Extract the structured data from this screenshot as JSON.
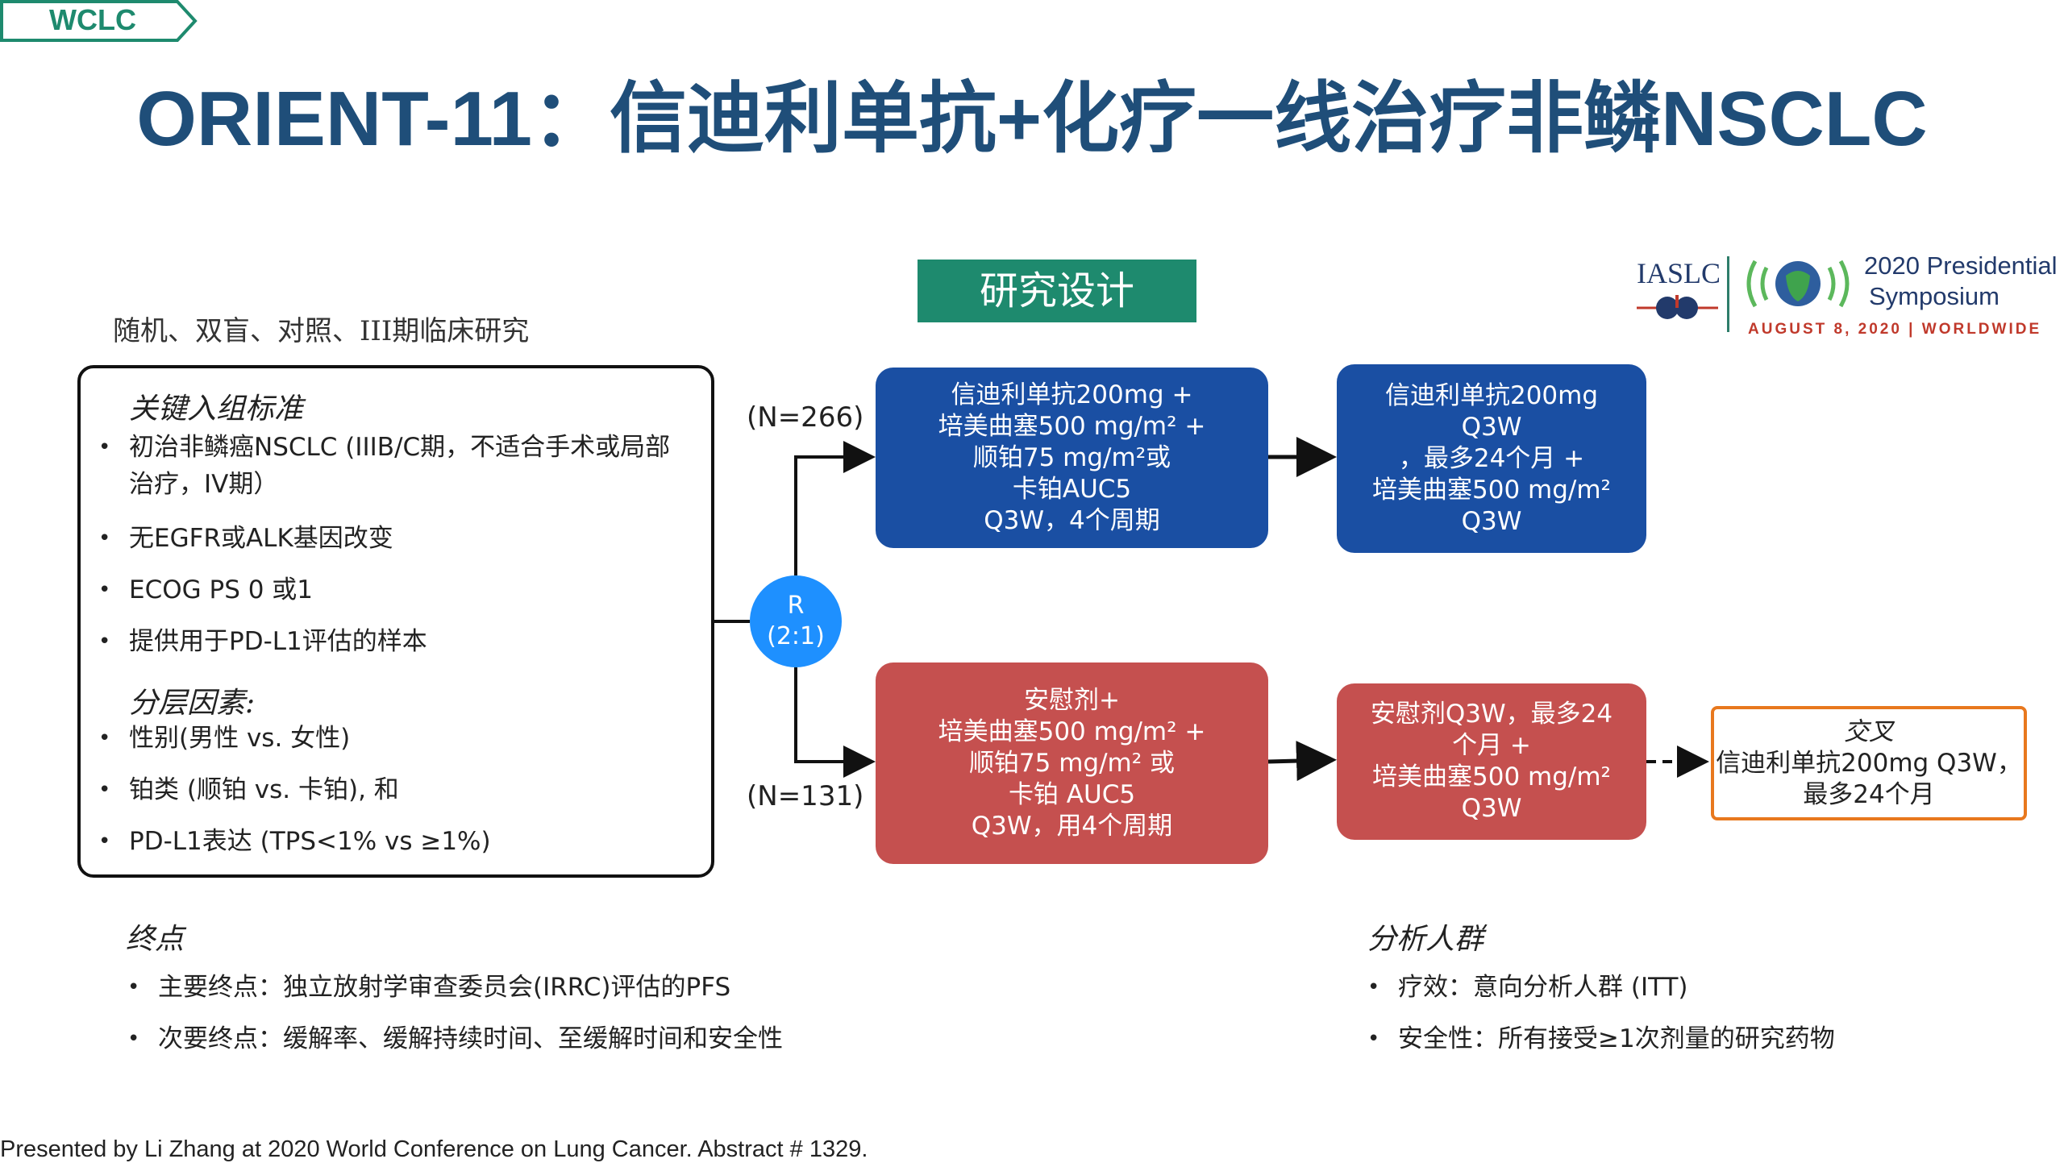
{
  "tag": "WCLC",
  "title": "ORIENT-11：信迪利单抗+化疗一线治疗非鳞NSCLC",
  "design_label": "研究设计",
  "logo": {
    "iaslc": "IASLC",
    "presidential_line1": "2020 Presidential",
    "presidential_line2": "Symposium",
    "date": "AUGUST 8, 2020 | WORLDWIDE"
  },
  "study_type": "随机、双盲、对照、III期临床研究",
  "criteria": {
    "inclusion_heading": "关键入组标准",
    "inclusion": [
      "初治非鳞癌NSCLC (IIIB/C期，不适合手术或局部",
      "治疗，IV期）",
      "无EGFR或ALK基因改变",
      "ECOG PS 0 或1",
      "提供用于PD-L1评估的样本"
    ],
    "strat_heading": "分层因素:",
    "strat": [
      "性别(男性 vs. 女性)",
      "铂类 (顺铂 vs. 卡铂), 和",
      "PD-L1表达 (TPS<1% vs ≥1%)"
    ]
  },
  "randomization": {
    "r": "R",
    "ratio": "(2:1)",
    "n_top": "(N=266)",
    "n_bottom": "(N=131)"
  },
  "arms": {
    "exp_induction": [
      "信迪利单抗200mg +",
      "培美曲塞500 mg/m² +",
      "顺铂75 mg/m²或",
      "卡铂AUC5",
      "Q3W，4个周期"
    ],
    "exp_maintenance": [
      "信迪利单抗200mg",
      "Q3W",
      "，最多24个月 +",
      "培美曲塞500 mg/m²",
      "Q3W"
    ],
    "ctrl_induction": [
      "安慰剂+",
      "培美曲塞500 mg/m² +",
      "顺铂75 mg/m²  或",
      "卡铂 AUC5",
      "Q3W，用4个周期"
    ],
    "ctrl_maintenance": [
      "安慰剂Q3W，最多24",
      "个月 +",
      "培美曲塞500 mg/m²",
      "Q3W"
    ],
    "crossover": [
      "交叉",
      "信迪利单抗200mg Q3W，",
      "最多24个月"
    ]
  },
  "endpoints": {
    "heading": "终点",
    "items": [
      "主要终点：独立放射学审查委员会(IRRC)评估的PFS",
      "次要终点：缓解率、缓解持续时间、至缓解时间和安全性"
    ]
  },
  "populations": {
    "heading": "分析人群",
    "items": [
      "疗效：意向分析人群 (ITT)",
      "安全性：所有接受≥1次剂量的研究药物"
    ]
  },
  "footer": "Presented by Li Zhang at 2020 World Conference on Lung Cancer. Abstract # 1329."
}
